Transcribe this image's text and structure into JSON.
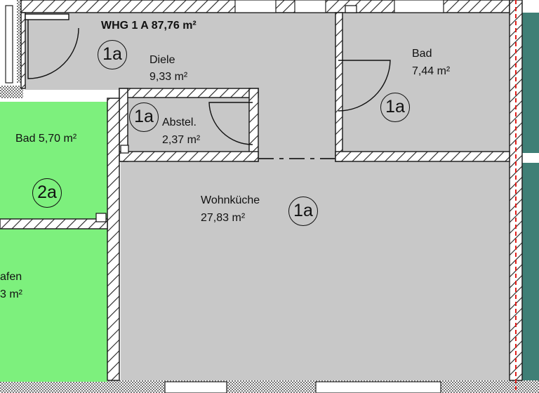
{
  "apartment": {
    "title": "WHG 1 A 87,76 m²"
  },
  "rooms": [
    {
      "id": "diele",
      "name": "Diele",
      "area": "9,33 m²",
      "unit": "1a"
    },
    {
      "id": "bad",
      "name": "Bad",
      "area": "7,44 m²",
      "unit": "1a"
    },
    {
      "id": "abstell",
      "name": "Abstel.",
      "area": "2,37 m²",
      "unit": "1a"
    },
    {
      "id": "wohnkueche",
      "name": "Wohnküche",
      "area": "27,83 m²",
      "unit": "1a"
    },
    {
      "id": "bad2",
      "name": "Bad 5,70 m²",
      "unit": "2a"
    },
    {
      "id": "schlafen",
      "name": "afen",
      "area": "3 m²"
    }
  ],
  "colors": {
    "room_fill": "#c8c8c8",
    "neighbor_fill": "#7df07d",
    "facade": "#3f7f76",
    "wall_hatch": "#222222",
    "axis_line": "#e0201c"
  }
}
